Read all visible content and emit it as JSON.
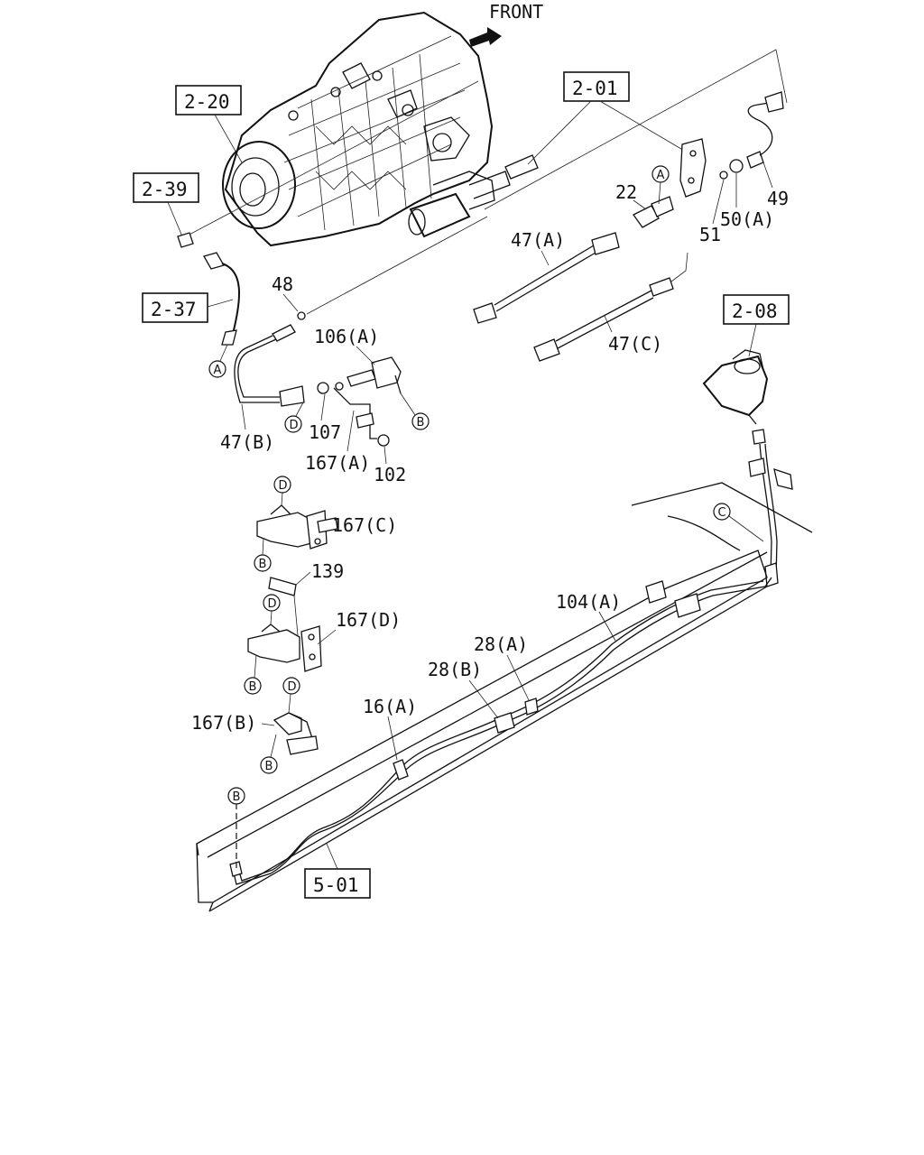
{
  "front_label": "FRONT",
  "section_refs": {
    "transmission": "2-20",
    "bracket_top": "2-01",
    "fitting": "2-39",
    "hose_left": "2-37",
    "master_cylinder": "2-08",
    "frame": "5-01"
  },
  "part_labels": {
    "p22": "22",
    "p47a": "47(A)",
    "p47b": "47(B)",
    "p47c": "47(C)",
    "p48": "48",
    "p49": "49",
    "p50a": "50(A)",
    "p51": "51",
    "p106a": "106(A)",
    "p107": "107",
    "p167a": "167(A)",
    "p102": "102",
    "p167c": "167(C)",
    "p139": "139",
    "p167d": "167(D)",
    "p167b": "167(B)",
    "p104a": "104(A)",
    "p28a": "28(A)",
    "p28b": "28(B)",
    "p16a": "16(A)"
  },
  "callouts": {
    "a": "A",
    "b": "B",
    "c": "C",
    "d": "D"
  }
}
